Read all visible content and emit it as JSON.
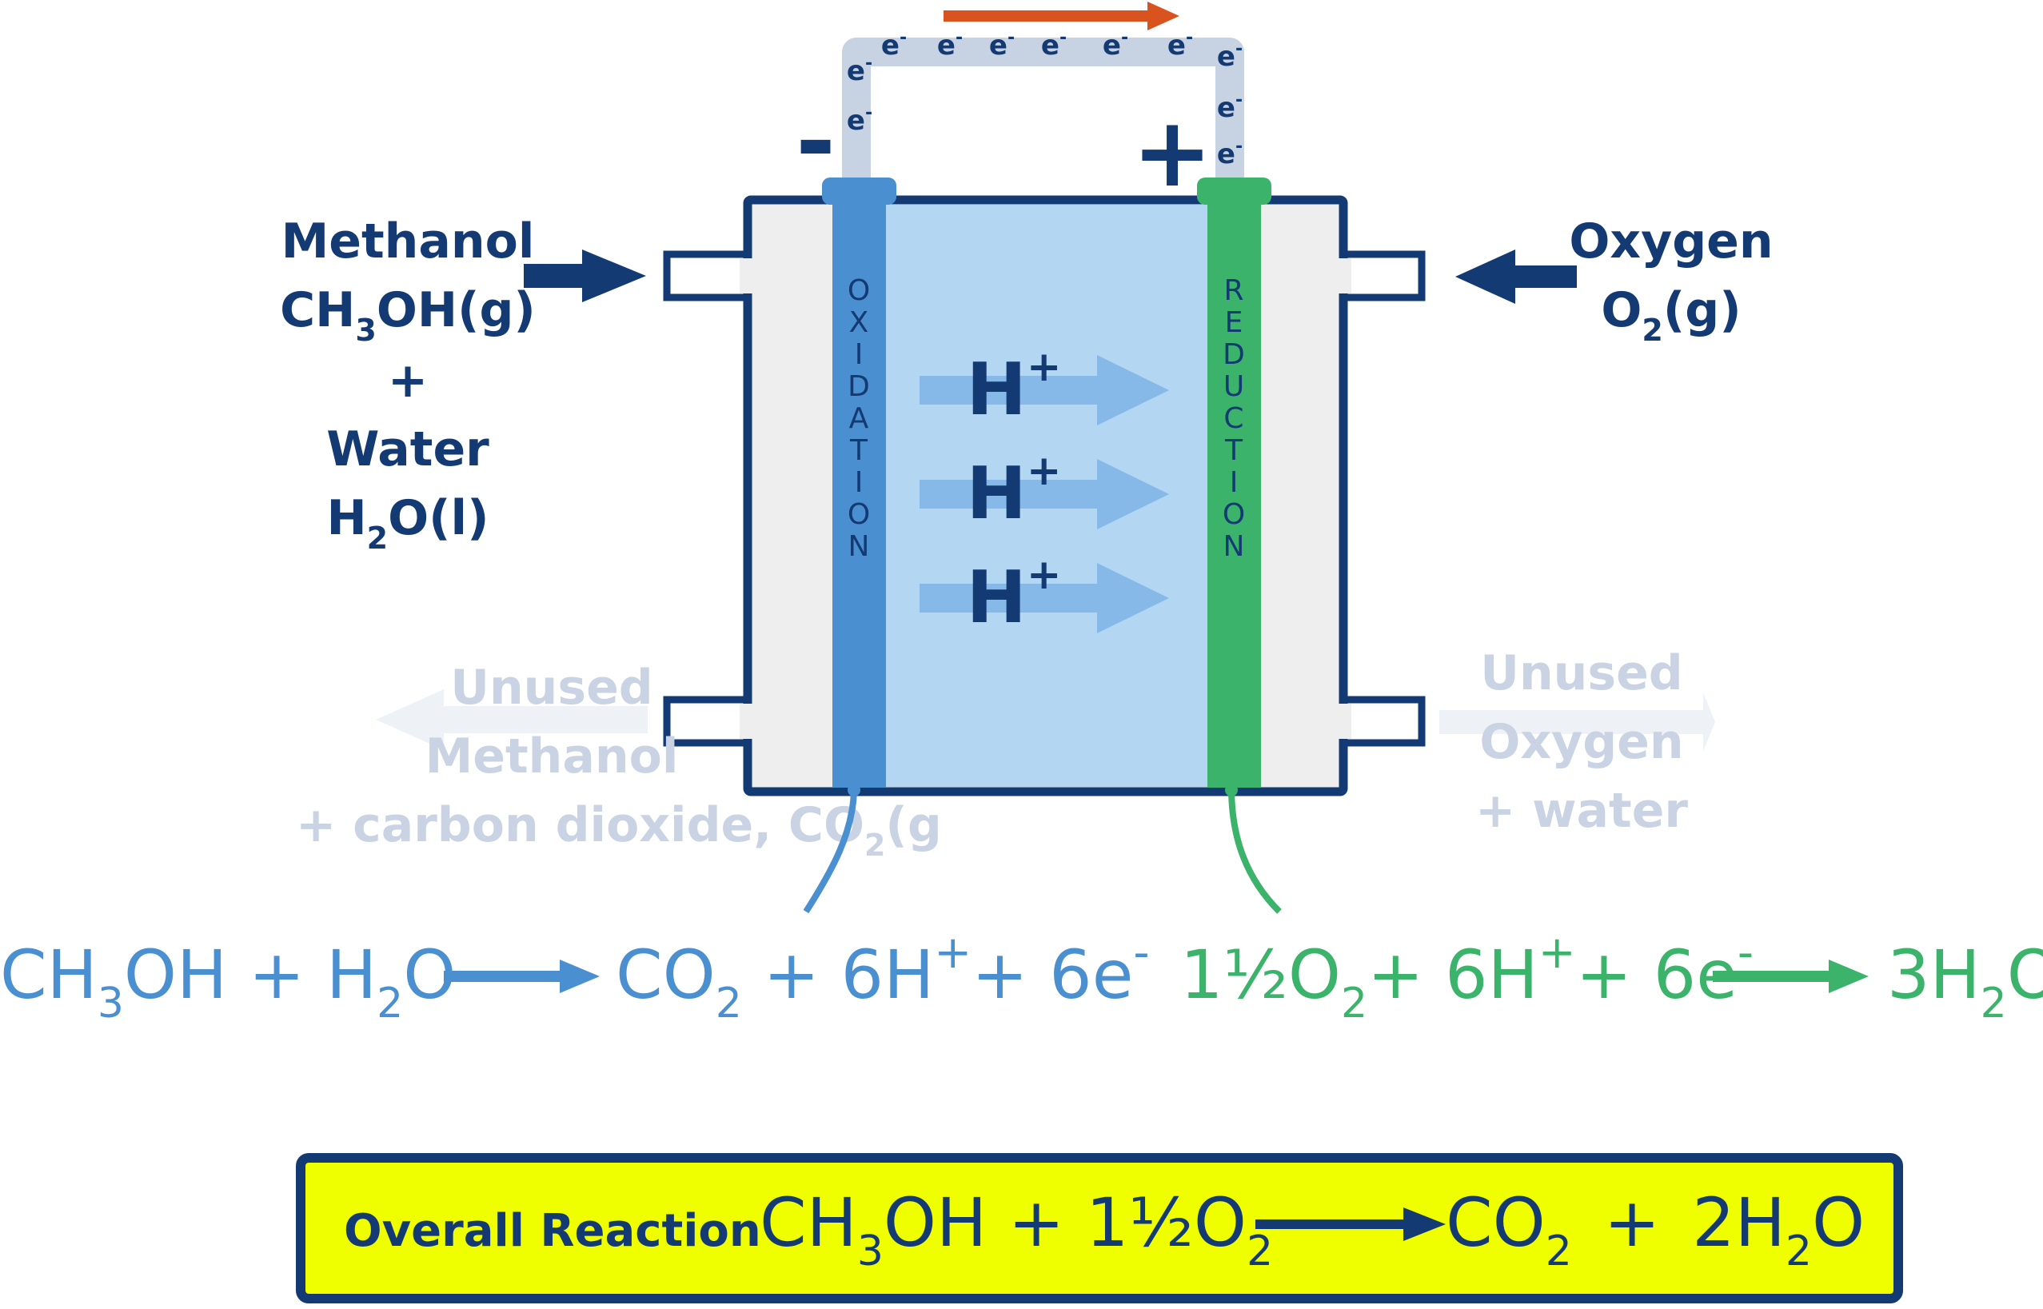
{
  "electron": "e",
  "electron_sup": "-",
  "anode_sign": "-",
  "cathode_sign": "+",
  "oxidation_letters": [
    "O",
    "X",
    "I",
    "D",
    "A",
    "T",
    "I",
    "O",
    "N"
  ],
  "reduction_letters": [
    "R",
    "E",
    "D",
    "U",
    "C",
    "T",
    "I",
    "O",
    "N"
  ],
  "proton": {
    "symbol": "H",
    "charge": "+"
  },
  "inputs": {
    "methanol": {
      "name": "Methanol",
      "formula_main": "CH",
      "formula_sub": "3",
      "formula_rest": "OH(g)",
      "plus": "+",
      "water_name": "Water",
      "water_main": "H",
      "water_sub": "2",
      "water_rest": "O(l)"
    },
    "oxygen": {
      "name": "Oxygen",
      "formula_main": "O",
      "formula_sub": "2",
      "formula_rest": "(g)"
    }
  },
  "outputs": {
    "left": {
      "line1": "Unused",
      "line2": "Methanol",
      "line3_main": "+ carbon dioxide, CO",
      "line3_sub": "2",
      "line3_rest": "(g"
    },
    "right": {
      "line1": "Unused",
      "line2": "Oxygen",
      "line3": "+ water"
    }
  },
  "anode_equation": {
    "t1": "CH",
    "s1": "3",
    "t2": "OH + H",
    "s2": "2",
    "t3": "O",
    "t4": "CO",
    "s4": "2",
    "t5": " + 6H",
    "sup5": "+",
    "t6": "+ 6e",
    "sup6": "-"
  },
  "cathode_equation": {
    "t1": "1½O",
    "s1": "2",
    "t2": "+ 6H",
    "sup2": "+",
    "t3": "+ 6e",
    "sup3": "-",
    "t4": "3H",
    "s4": "2",
    "t5": "O"
  },
  "overall": {
    "label": "Overall Reaction",
    "t1": "CH",
    "s1": "3",
    "t2": "OH + 1½O",
    "s2": "2",
    "t3": "CO",
    "s3": "2",
    "plus": "+",
    "t4": "2H",
    "s4": "2",
    "t5": "O"
  },
  "colors": {
    "navy": "#143a73",
    "anode_blue": "#4a8fd0",
    "cathode_green": "#3bb36b",
    "electrolyte": "#b3d6f3",
    "casing": "#eeeeee",
    "wire": "#c7d3e3",
    "current_arrow": "#d9531f",
    "overall_box": "#f0ff00",
    "ghost_text": "#c9d3e3"
  }
}
